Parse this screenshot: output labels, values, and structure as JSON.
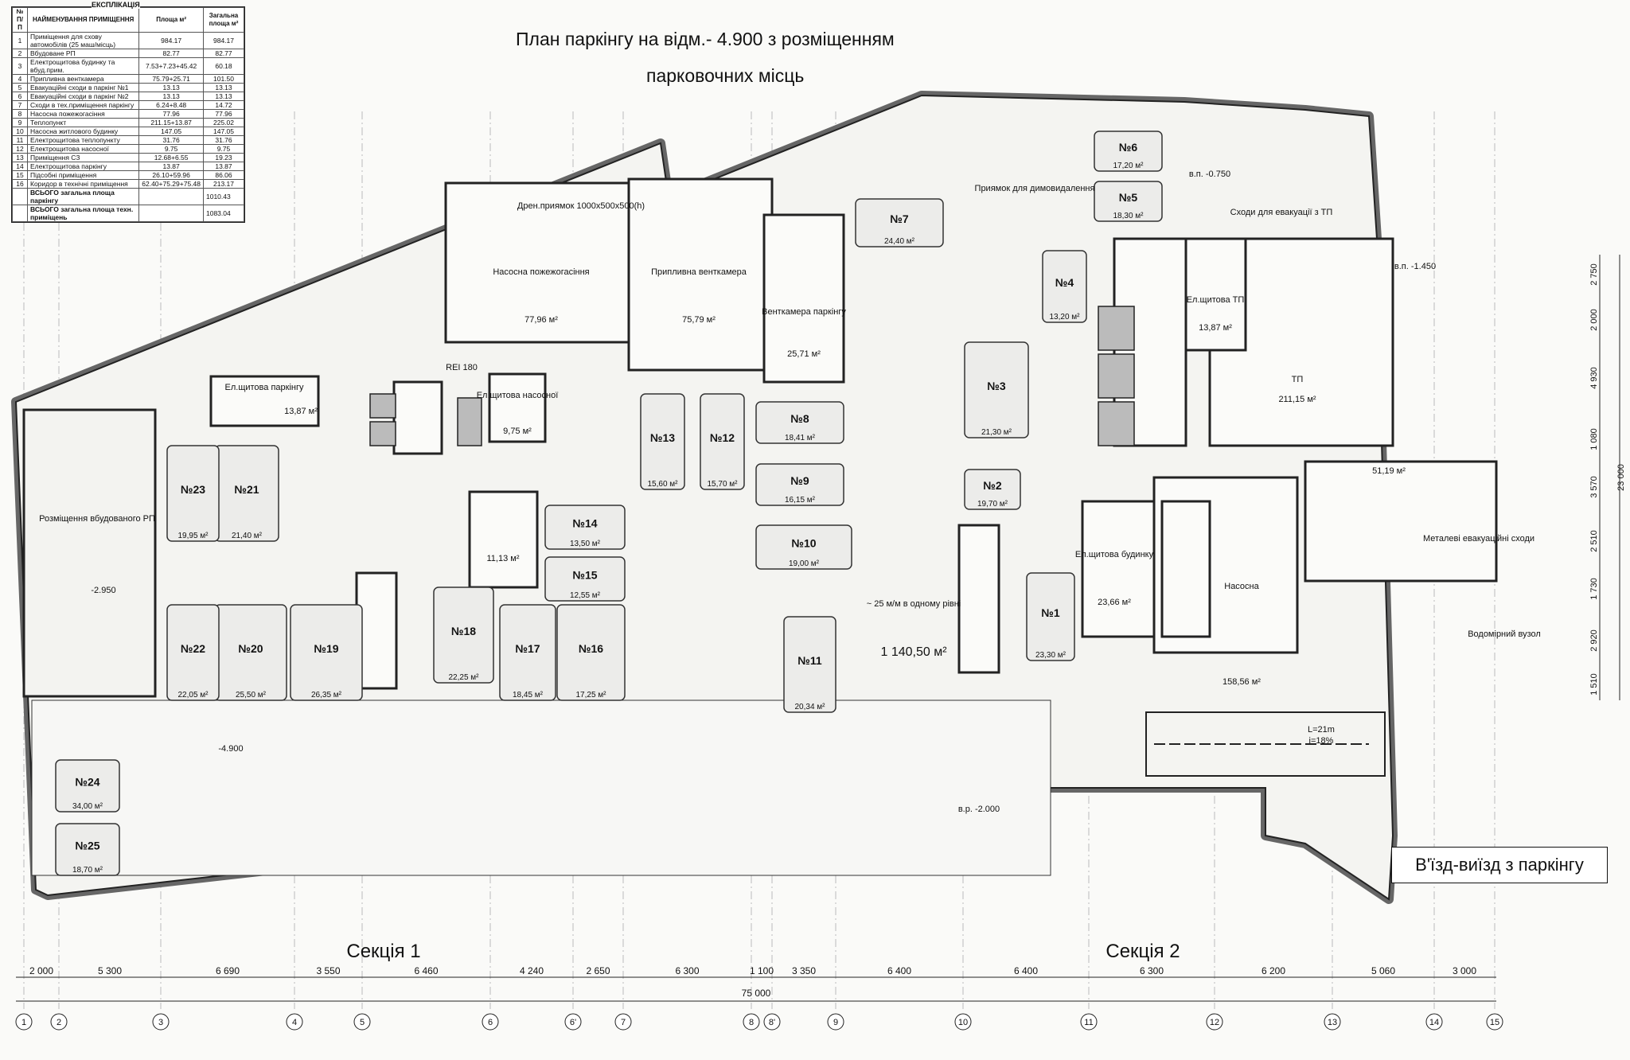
{
  "title": {
    "line1": "План паркінгу на відм.- 4.900 з розміщенням",
    "line2": "парковочних місць"
  },
  "legend": {
    "caption": "ЕКСПЛІКАЦІЯ",
    "col_no": "№ П/П",
    "col_name": "НАЙМЕНУВАННЯ ПРИМІЩЕННЯ",
    "col_area": "Площа м²",
    "col_total": "Загальна площа м²",
    "rows": [
      {
        "no": "1",
        "name": "Приміщення для схову автомобілів (25 маш/місць)",
        "area": "984.17",
        "total": "984.17"
      },
      {
        "no": "2",
        "name": "Вбудоване РП",
        "area": "82.77",
        "total": "82.77"
      },
      {
        "no": "3",
        "name": "Електрощитова будинку та вбуд.прим.",
        "area": "7.53+7.23+45.42",
        "total": "60.18"
      },
      {
        "no": "4",
        "name": "Припливна венткамера",
        "area": "75.79+25.71",
        "total": "101.50"
      },
      {
        "no": "5",
        "name": "Евакуаційні сходи в паркінг №1",
        "area": "13.13",
        "total": "13.13"
      },
      {
        "no": "6",
        "name": "Евакуаційні сходи в паркінг №2",
        "area": "13.13",
        "total": "13.13"
      },
      {
        "no": "7",
        "name": "Сходи в тех.приміщення паркінгу",
        "area": "6.24+8.48",
        "total": "14.72"
      },
      {
        "no": "8",
        "name": "Насосна пожежогасіння",
        "area": "77.96",
        "total": "77.96"
      },
      {
        "no": "9",
        "name": "Теплопункт",
        "area": "211.15+13.87",
        "total": "225.02"
      },
      {
        "no": "10",
        "name": "Насосна житлового будинку",
        "area": "147.05",
        "total": "147.05"
      },
      {
        "no": "11",
        "name": "Електрощитова теплопункту",
        "area": "31.76",
        "total": "31.76"
      },
      {
        "no": "12",
        "name": "Електрощитова насосної",
        "area": "9.75",
        "total": "9.75"
      },
      {
        "no": "13",
        "name": "Приміщення СЗ",
        "area": "12.68+6.55",
        "total": "19.23"
      },
      {
        "no": "14",
        "name": "Електрощитова паркінгу",
        "area": "13.87",
        "total": "13.87"
      },
      {
        "no": "15",
        "name": "Підсобні приміщення",
        "area": "26.10+59.96",
        "total": "86.06"
      },
      {
        "no": "16",
        "name": "Коридор в технічні приміщення",
        "area": "62.40+75.29+75.48",
        "total": "213.17"
      }
    ],
    "sum_parking_label": "ВСЬОГО загальна площа паркінгу",
    "sum_parking": "1010.43",
    "sum_tech_label": "ВСЬОГО загальна площа техн. приміщень",
    "sum_tech": "1083.04"
  },
  "entry_label": "В'їзд-виїзд з паркінгу",
  "sections": [
    "Секція 1",
    "Секція 2"
  ],
  "total_dimension": "75 000",
  "bottom_dimensions": [
    "2 000",
    "5 300",
    "6 690",
    "3 550",
    "6 460",
    "4 240",
    "2 650",
    "6 300",
    "1 100",
    "3 350",
    "6 400",
    "6 400",
    "6 300",
    "6 200",
    "5 060",
    "3 000"
  ],
  "axes": [
    "1",
    "2",
    "3",
    "4",
    "5",
    "6",
    "6'",
    "7",
    "8",
    "8'",
    "9",
    "10",
    "11",
    "12",
    "13",
    "14",
    "15"
  ],
  "right_dimensions": [
    "2 750",
    "2 000",
    "4 930",
    "1 080",
    "3 570",
    "2 510",
    "1 730",
    "2 920",
    "1 510"
  ],
  "right_total": "23 000",
  "parking_spaces": [
    {
      "label": "№1",
      "area": "23,30 м²"
    },
    {
      "label": "№2",
      "area": "19,70 м²"
    },
    {
      "label": "№3",
      "area": "21,30 м²"
    },
    {
      "label": "№4",
      "area": "13,20 м²"
    },
    {
      "label": "№5",
      "area": "18,30 м²"
    },
    {
      "label": "№6",
      "area": "17,20 м²"
    },
    {
      "label": "№7",
      "area": "24,40 м²"
    },
    {
      "label": "№8",
      "area": "18,41 м²"
    },
    {
      "label": "№9",
      "area": "16,15 м²"
    },
    {
      "label": "№10",
      "area": "19,00 м²"
    },
    {
      "label": "№11",
      "area": "20,34 м²"
    },
    {
      "label": "№12",
      "area": "15,70 м²"
    },
    {
      "label": "№13",
      "area": "15,60 м²"
    },
    {
      "label": "№14",
      "area": "13,50 м²"
    },
    {
      "label": "№15",
      "area": "12,55 м²"
    },
    {
      "label": "№16",
      "area": "17,25 м²"
    },
    {
      "label": "№17",
      "area": "18,45 м²"
    },
    {
      "label": "№18",
      "area": "22,25 м²"
    },
    {
      "label": "№19",
      "area": "26,35 м²"
    },
    {
      "label": "№20",
      "area": "25,50 м²"
    },
    {
      "label": "№21",
      "area": "21,40 м²"
    },
    {
      "label": "№22",
      "area": "22,05 м²"
    },
    {
      "label": "№23",
      "area": "19,95 м²"
    },
    {
      "label": "№24",
      "area": "34,00 м²"
    },
    {
      "label": "№25",
      "area": "18,70 м²"
    }
  ],
  "rooms": {
    "r2_text": "Розміщення вбудованого РП",
    "r4_text": "Припливна венткамера",
    "r4_area": "75,79 м²",
    "r4b_text": "Венткамера паркінгу",
    "r4b_area": "25,71 м²",
    "r8_text": "Насосна пожежогасіння",
    "r8_area": "77,96 м²",
    "r9_text": "ТП",
    "r9_area": "211,15 м²",
    "r10_text": "Насосна",
    "r10_area": "158,56 м²",
    "r11_text": "Ел.щитова ТП",
    "r11_area": "13,87 м²",
    "r12_text": "Ел.щитова насосної",
    "r12_area": "9,75 м²",
    "r14_text": "Ел.щитова паркінгу",
    "r14_area": "13,87 м²",
    "r3_text": "Ел.щитова будинку",
    "r3_area": "23,66 м²",
    "r3b_area": "11,13 м²",
    "r16_area": "51,19 м²",
    "stairs_text": "Сходи для евакуації з ТП",
    "metal_stairs": "Металеві евакуаційні сходи",
    "water_text": "Водомірний вузол",
    "slope_l": "L=21m",
    "slope_i": "i=18%",
    "ramp_text": "~ 25 м/м в одному рівні",
    "main_area": "1 140,50 м²",
    "smoke_pit": "Приямок для димовидалення",
    "drain_pit": "Дрен.приямок 1000x500x500(h)",
    "rei": "REI 180",
    "mark_4900": "-4.900",
    "mark_2950": "-2.950",
    "mark_0750": "в.п. -0.750",
    "mark_1450": "в.п. -1.450",
    "mark_2000": "в.р. -2.000"
  }
}
